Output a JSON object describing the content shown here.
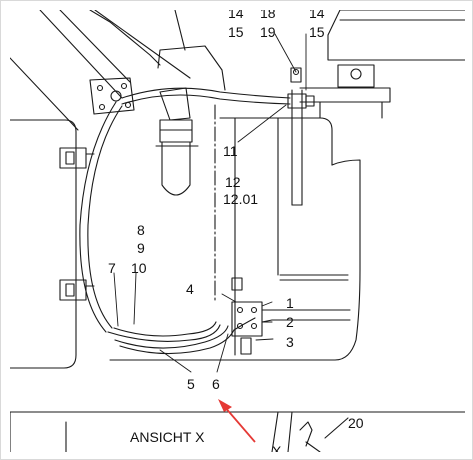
{
  "labels": {
    "l14a": "14",
    "l15a": "15",
    "l18": "18",
    "l19": "19",
    "l14b": "14",
    "l15b": "15",
    "l11": "11",
    "l12": "12",
    "l1201": "12.01",
    "l8": "8",
    "l9": "9",
    "l7": "7",
    "l10": "10",
    "l4": "4",
    "l1": "1",
    "l2": "2",
    "l3": "3",
    "l5": "5",
    "l6": "6",
    "l20": "20",
    "ansicht": "ANSICHT  X",
    "x": "X"
  },
  "colors": {
    "line": "#1a1a1a",
    "arrow": "#e53935",
    "background": "#ffffff",
    "frame": "#d9d9d9"
  }
}
